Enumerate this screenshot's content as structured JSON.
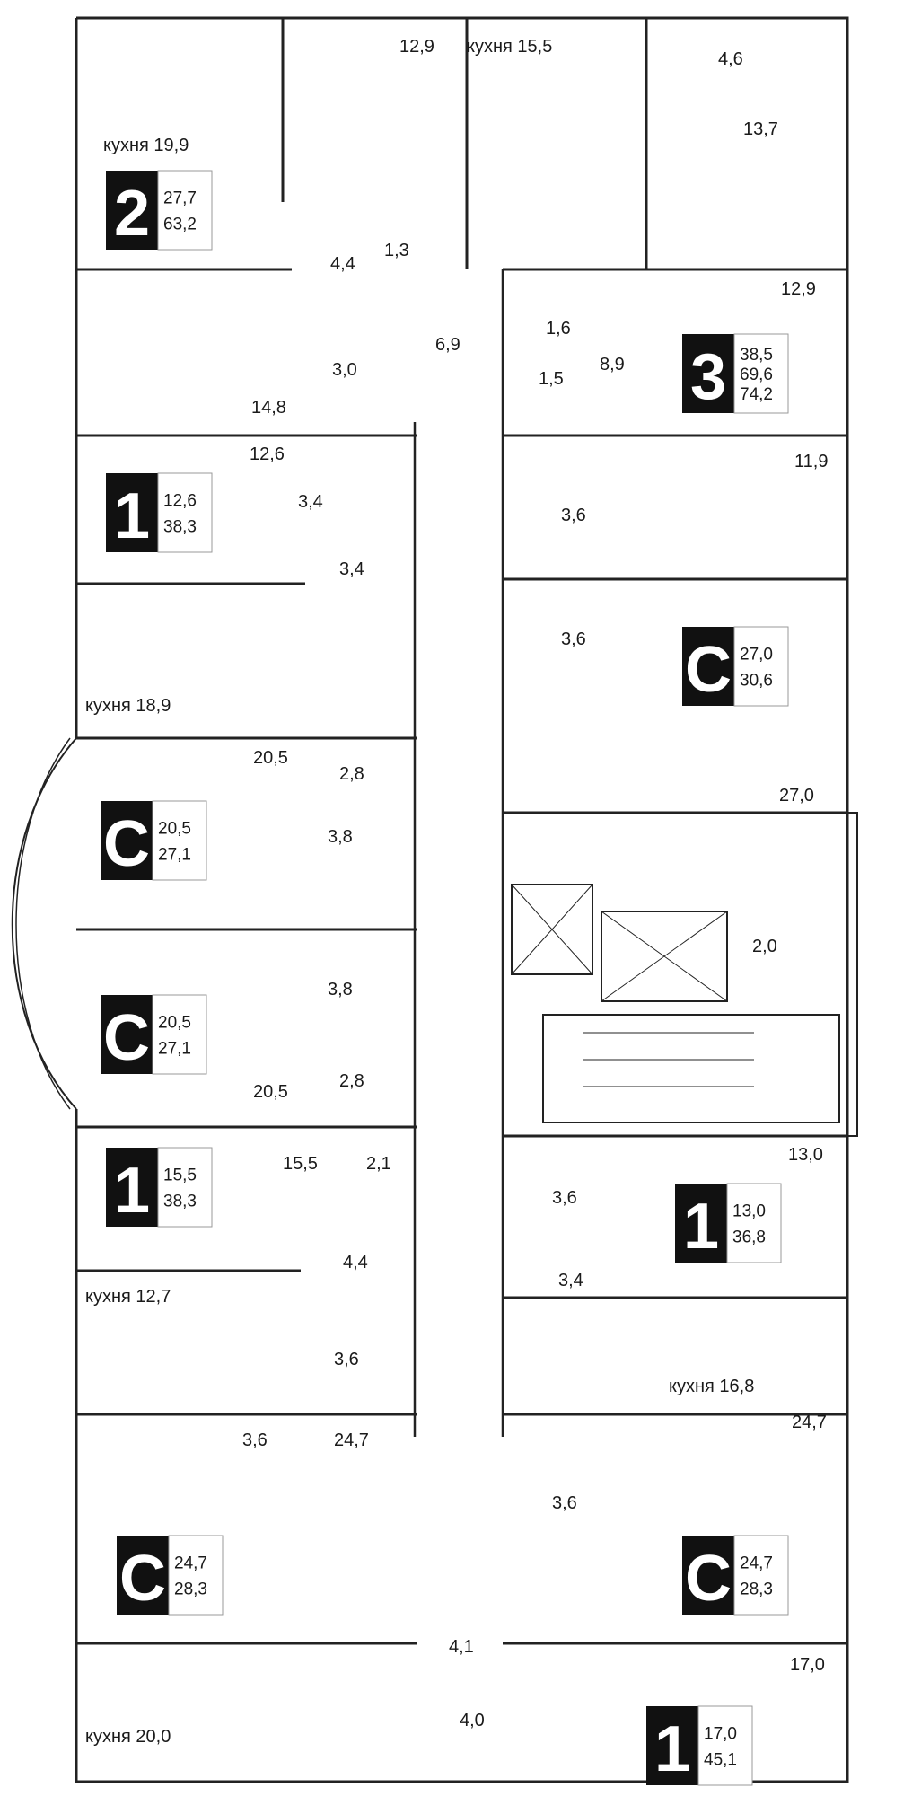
{
  "apartments": [
    {
      "type": "2",
      "areas": [
        "27,7",
        "63,2"
      ]
    },
    {
      "type": "3",
      "areas": [
        "38,5",
        "69,6",
        "74,2"
      ]
    },
    {
      "type": "1",
      "areas": [
        "12,6",
        "38,3"
      ]
    },
    {
      "type": "C",
      "areas": [
        "27,0",
        "30,6"
      ]
    },
    {
      "type": "C",
      "areas": [
        "20,5",
        "27,1"
      ]
    },
    {
      "type": "C",
      "areas": [
        "20,5",
        "27,1"
      ]
    },
    {
      "type": "1",
      "areas": [
        "15,5",
        "38,3"
      ]
    },
    {
      "type": "1",
      "areas": [
        "13,0",
        "36,8"
      ]
    },
    {
      "type": "C",
      "areas": [
        "24,7",
        "28,3"
      ]
    },
    {
      "type": "C",
      "areas": [
        "24,7",
        "28,3"
      ]
    },
    {
      "type": "1",
      "areas": [
        "17,0",
        "45,1"
      ]
    }
  ],
  "rooms": [
    "12,9",
    "кухня 15,5",
    "4,6",
    "кухня 19,9",
    "13,7",
    "4,4",
    "1,3",
    "12,9",
    "1,6",
    "6,9",
    "3,0",
    "8,9",
    "1,5",
    "14,8",
    "12,6",
    "11,9",
    "3,4",
    "3,6",
    "3,4",
    "3,6",
    "кухня 18,9",
    "20,5",
    "2,8",
    "27,0",
    "3,8",
    "2,0",
    "3,8",
    "20,5",
    "2,8",
    "15,5",
    "2,1",
    "13,0",
    "3,6",
    "4,4",
    "3,4",
    "кухня 12,7",
    "3,6",
    "кухня 16,8",
    "24,7",
    "3,6",
    "24,7",
    "3,6",
    "4,1",
    "17,0",
    "4,0",
    "кухня 20,0"
  ]
}
